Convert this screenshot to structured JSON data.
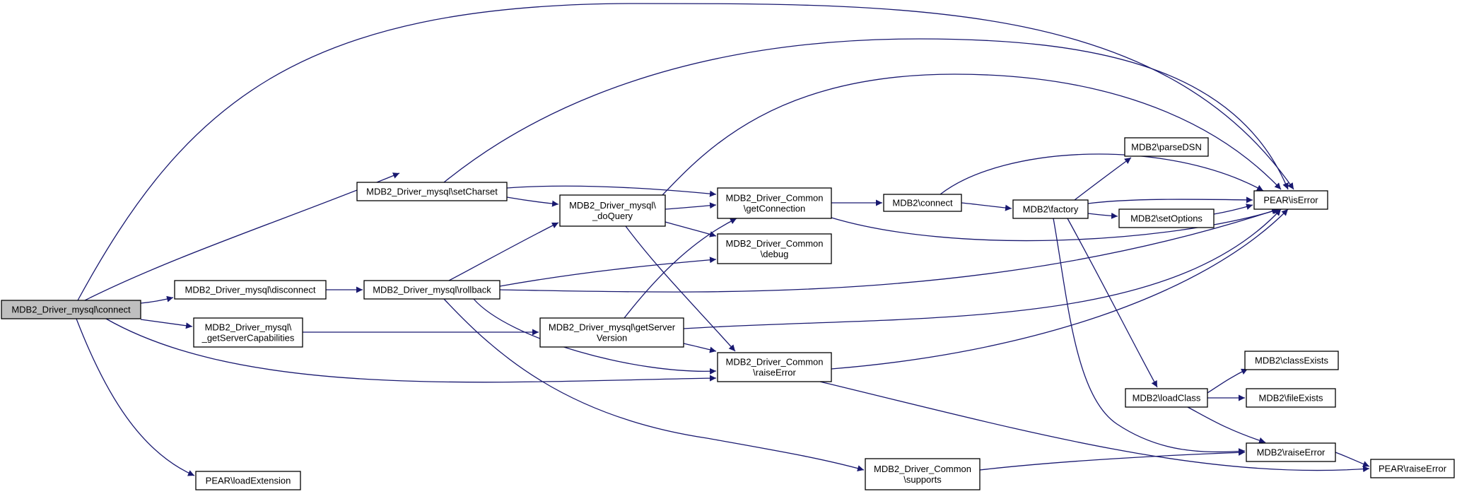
{
  "graph": {
    "nodes": {
      "connect_root": [
        "MDB2_Driver_mysql\\connect"
      ],
      "setcharset": [
        "MDB2_Driver_mysql\\setCharset"
      ],
      "disconnect": [
        "MDB2_Driver_mysql\\disconnect"
      ],
      "getservercaps": [
        "MDB2_Driver_mysql\\",
        "_getServerCapabilities"
      ],
      "loadextension": [
        "PEAR\\loadExtension"
      ],
      "doquery": [
        "MDB2_Driver_mysql\\",
        "_doQuery"
      ],
      "rollback": [
        "MDB2_Driver_mysql\\rollback"
      ],
      "getserverversion": [
        "MDB2_Driver_mysql\\getServer",
        "Version"
      ],
      "getconnection": [
        "MDB2_Driver_Common",
        "\\getConnection"
      ],
      "debug": [
        "MDB2_Driver_Common",
        "\\debug"
      ],
      "raiseerror_common": [
        "MDB2_Driver_Common",
        "\\raiseError"
      ],
      "supports": [
        "MDB2_Driver_Common",
        "\\supports"
      ],
      "mdb2_connect": [
        "MDB2\\connect"
      ],
      "factory": [
        "MDB2\\factory"
      ],
      "parsedsn": [
        "MDB2\\parseDSN"
      ],
      "setoptions": [
        "MDB2\\setOptions"
      ],
      "loadclass": [
        "MDB2\\loadClass"
      ],
      "classexists": [
        "MDB2\\classExists"
      ],
      "fileexists": [
        "MDB2\\fileExists"
      ],
      "mdb2_raiseerror": [
        "MDB2\\raiseError"
      ],
      "pear_iserror": [
        "PEAR\\isError"
      ],
      "pear_raiseerror": [
        "PEAR\\raiseError"
      ]
    },
    "edges": [
      [
        "connect_root",
        "setcharset"
      ],
      [
        "connect_root",
        "disconnect"
      ],
      [
        "connect_root",
        "getservercaps"
      ],
      [
        "connect_root",
        "loadextension"
      ],
      [
        "connect_root",
        "raiseerror_common"
      ],
      [
        "connect_root",
        "pear_iserror"
      ],
      [
        "setcharset",
        "doquery"
      ],
      [
        "setcharset",
        "getconnection"
      ],
      [
        "setcharset",
        "pear_iserror"
      ],
      [
        "disconnect",
        "rollback"
      ],
      [
        "getservercaps",
        "getserverversion"
      ],
      [
        "doquery",
        "getconnection"
      ],
      [
        "doquery",
        "debug"
      ],
      [
        "doquery",
        "raiseerror_common"
      ],
      [
        "doquery",
        "pear_iserror"
      ],
      [
        "rollback",
        "doquery"
      ],
      [
        "rollback",
        "debug"
      ],
      [
        "rollback",
        "raiseerror_common"
      ],
      [
        "rollback",
        "supports"
      ],
      [
        "rollback",
        "pear_iserror"
      ],
      [
        "getserverversion",
        "getconnection"
      ],
      [
        "getserverversion",
        "raiseerror_common"
      ],
      [
        "getserverversion",
        "pear_iserror"
      ],
      [
        "getconnection",
        "mdb2_connect"
      ],
      [
        "getconnection",
        "pear_iserror"
      ],
      [
        "raiseerror_common",
        "pear_iserror"
      ],
      [
        "raiseerror_common",
        "pear_raiseerror"
      ],
      [
        "supports",
        "mdb2_raiseerror"
      ],
      [
        "mdb2_connect",
        "factory"
      ],
      [
        "mdb2_connect",
        "pear_iserror"
      ],
      [
        "factory",
        "parsedsn"
      ],
      [
        "factory",
        "setoptions"
      ],
      [
        "factory",
        "loadclass"
      ],
      [
        "factory",
        "mdb2_raiseerror"
      ],
      [
        "factory",
        "pear_iserror"
      ],
      [
        "setoptions",
        "pear_iserror"
      ],
      [
        "loadclass",
        "classexists"
      ],
      [
        "loadclass",
        "fileexists"
      ],
      [
        "loadclass",
        "mdb2_raiseerror"
      ],
      [
        "mdb2_raiseerror",
        "pear_raiseerror"
      ]
    ]
  }
}
